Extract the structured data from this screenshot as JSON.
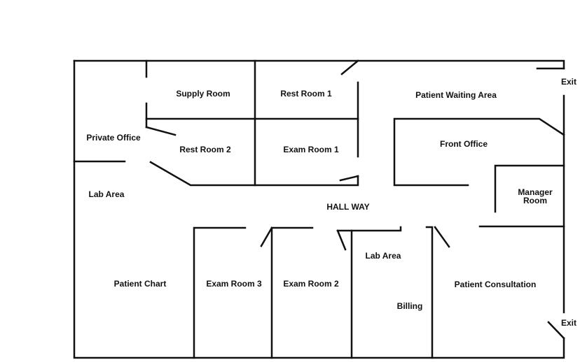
{
  "floorplan": {
    "colors": {
      "wall": "#111111",
      "label": "#111111",
      "background": "#ffffff"
    },
    "labels": {
      "supply_room": "Supply Room",
      "rest_room_1": "Rest Room 1",
      "patient_waiting_area": "Patient Waiting Area",
      "exit_top": "Exit",
      "private_office": "Private Office",
      "rest_room_2": "Rest Room 2",
      "exam_room_1": "Exam Room 1",
      "front_office": "Front Office",
      "lab_area_left": "Lab Area",
      "manager_room_line1": "Manager",
      "manager_room_line2": "Room",
      "hall_way": "HALL WAY",
      "lab_area_center": "Lab Area",
      "patient_chart": "Patient Chart",
      "exam_room_3": "Exam Room 3",
      "exam_room_2": "Exam Room 2",
      "billing": "Billing",
      "patient_consultation": "Patient Consultation",
      "exit_bottom": "Exit"
    }
  }
}
